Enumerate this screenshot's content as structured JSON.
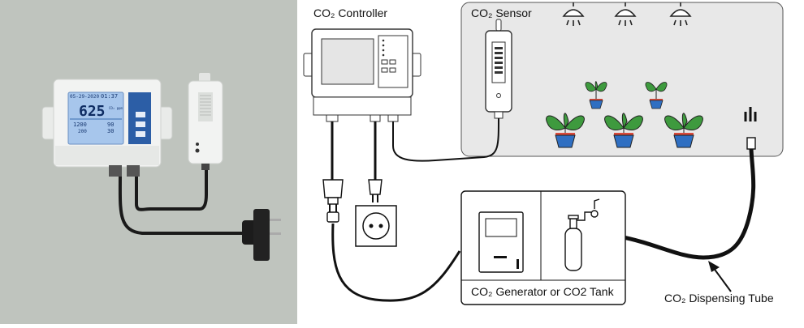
{
  "photo": {
    "lcd_date": "05-29-2020",
    "lcd_time": "01:37",
    "lcd_main": "625",
    "lcd_unit": "CO₂ ppm",
    "lcd_left_top": "1200",
    "lcd_right_top": "90",
    "lcd_left_bottom": "200",
    "lcd_right_bottom": "30"
  },
  "diagram": {
    "controller_label": "CO₂ Controller",
    "sensor_label": "CO₂ Sensor",
    "generator_label": "CO₂ Generator or CO2 Tank",
    "tube_label": "CO₂ Dispensing Tube"
  },
  "icons": [
    "lamp-icon",
    "plant-icon",
    "plug-icon",
    "socket-icon",
    "gas-cylinder-icon",
    "nozzle-icon",
    "arrow-icon"
  ],
  "colors": {
    "photo_bg": "#bfc4be",
    "lcd_blue": "#3a6db0",
    "plant_green": "#3e9a3e",
    "pot_blue": "#2f6fc2",
    "pot_rim": "#d9493b",
    "cable": "#111111"
  }
}
